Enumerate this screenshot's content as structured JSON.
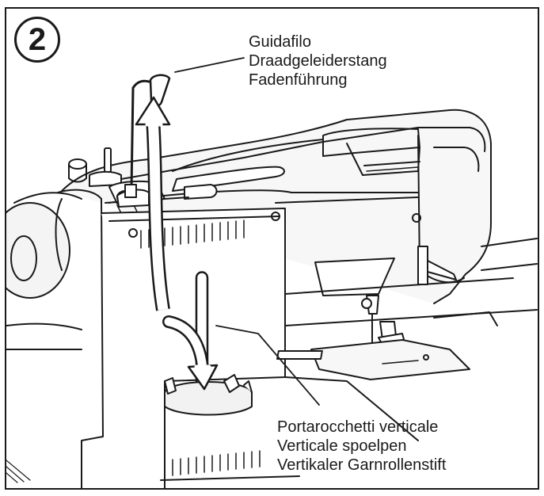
{
  "step": {
    "number": "2"
  },
  "callouts": {
    "thread_guide": {
      "lines": [
        "Guidafilo",
        "Draadgeleiderstang",
        "Fadenführung"
      ]
    },
    "spool_pin": {
      "lines": [
        "Portarocchetti verticale",
        "Verticale spoelpen",
        "Vertikaler Garnrollenstift"
      ]
    }
  },
  "colors": {
    "ink": "#1a1a1a",
    "light_gray": "#e6e6e6",
    "mid_gray": "#bdbdbd",
    "background": "#ffffff"
  }
}
